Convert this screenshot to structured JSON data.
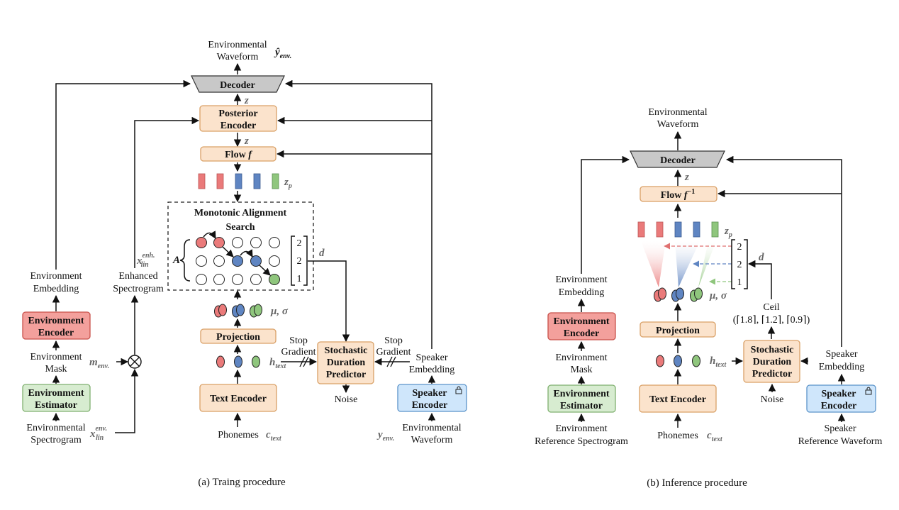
{
  "colors": {
    "orange_fill": "#fbe3cc",
    "orange_stroke": "#d9a066",
    "red_fill": "#f3a09c",
    "red_stroke": "#c8504a",
    "green_fill": "#d7ecd0",
    "green_stroke": "#7fb06f",
    "blue_fill": "#cfe6fb",
    "blue_stroke": "#5b93c9",
    "gray_fill": "#c8c8c8",
    "pink_bar": "#ea7a7a",
    "blue_bar": "#5f85c2",
    "green_bar": "#8fc67d"
  },
  "training": {
    "caption": "(a) Traing procedure",
    "env_waveform_label": [
      "Environmental",
      "Waveform"
    ],
    "y_hat_env": "ŷ",
    "y_hat_env_sub": "env.",
    "decoder": "Decoder",
    "posterior_encoder": [
      "Posterior",
      "Encoder"
    ],
    "flow": "Flow",
    "flow_sym": "f",
    "z": "z",
    "z_p": "z",
    "z_p_sub": "p",
    "mas_title": [
      "Monotonic Alignment",
      "Search"
    ],
    "A": "A",
    "d": "d",
    "matrix_values": [
      "2",
      "2",
      "1"
    ],
    "mu_sigma": "μ, σ",
    "projection": "Projection",
    "h_text": "h",
    "h_text_sub": "text",
    "text_encoder": "Text Encoder",
    "phonemes": "Phonemes",
    "c_text": "c",
    "c_text_sub": "text",
    "stop_gradient_1": [
      "Stop",
      "Gradient"
    ],
    "stop_gradient_2": [
      "Stop",
      "Gradient"
    ],
    "sdp": [
      "Stochastic",
      "Duration",
      "Predictor"
    ],
    "noise": "Noise",
    "speaker_embedding": [
      "Speaker",
      "Embedding"
    ],
    "speaker_encoder": [
      "Speaker",
      "Encoder"
    ],
    "lock_icon": "lock-icon",
    "env_waveform_in": [
      "Environmental",
      "Waveform"
    ],
    "y_env": "y",
    "y_env_sub": "env.",
    "env_embedding": [
      "Environment",
      "Embedding"
    ],
    "env_encoder": [
      "Environment",
      "Encoder"
    ],
    "env_mask": [
      "Environment",
      "Mask"
    ],
    "m_env": "m",
    "m_env_sub": "env.",
    "env_estimator": [
      "Environment",
      "Estimator"
    ],
    "env_spectrogram": [
      "Environmental",
      "Spectrogram"
    ],
    "x_lin_env": "x",
    "x_lin_env_sup": "env.",
    "x_lin_env_sub": "lin",
    "enhanced_spectrogram": [
      "Enhanced",
      "Spectrogram"
    ],
    "x_lin_enh": "x",
    "x_lin_enh_sup": "enh.",
    "x_lin_enh_sub": "lin",
    "multiply_icon": "multiply-circle-icon"
  },
  "inference": {
    "caption": "(b) Inference procedure",
    "env_waveform_label": [
      "Environmental",
      "Waveform"
    ],
    "decoder": "Decoder",
    "z": "z",
    "flow": "Flow",
    "flow_sym": "f",
    "flow_sup": "−1",
    "z_p": "z",
    "z_p_sub": "p",
    "d": "d",
    "matrix_values": [
      "2",
      "2",
      "1"
    ],
    "mu_sigma": "μ, σ",
    "ceil_label": "Ceil",
    "ceil_values": "(⌈1.8⌉, ⌈1.2⌉, ⌈0.9⌉)",
    "projection": "Projection",
    "h_text": "h",
    "h_text_sub": "text",
    "text_encoder": "Text Encoder",
    "phonemes": "Phonemes",
    "c_text": "c",
    "c_text_sub": "text",
    "sdp": [
      "Stochastic",
      "Duration",
      "Predictor"
    ],
    "noise": "Noise",
    "speaker_embedding": [
      "Speaker",
      "Embedding"
    ],
    "speaker_encoder": [
      "Speaker",
      "Encoder"
    ],
    "lock_icon": "lock-icon",
    "speaker_ref": [
      "Speaker",
      "Reference Waveform"
    ],
    "env_embedding": [
      "Environment",
      "Embedding"
    ],
    "env_encoder": [
      "Environment",
      "Encoder"
    ],
    "env_mask": [
      "Environment",
      "Mask"
    ],
    "env_estimator": [
      "Environment",
      "Estimator"
    ],
    "env_ref": [
      "Environment",
      "Reference Spectrogram"
    ]
  }
}
